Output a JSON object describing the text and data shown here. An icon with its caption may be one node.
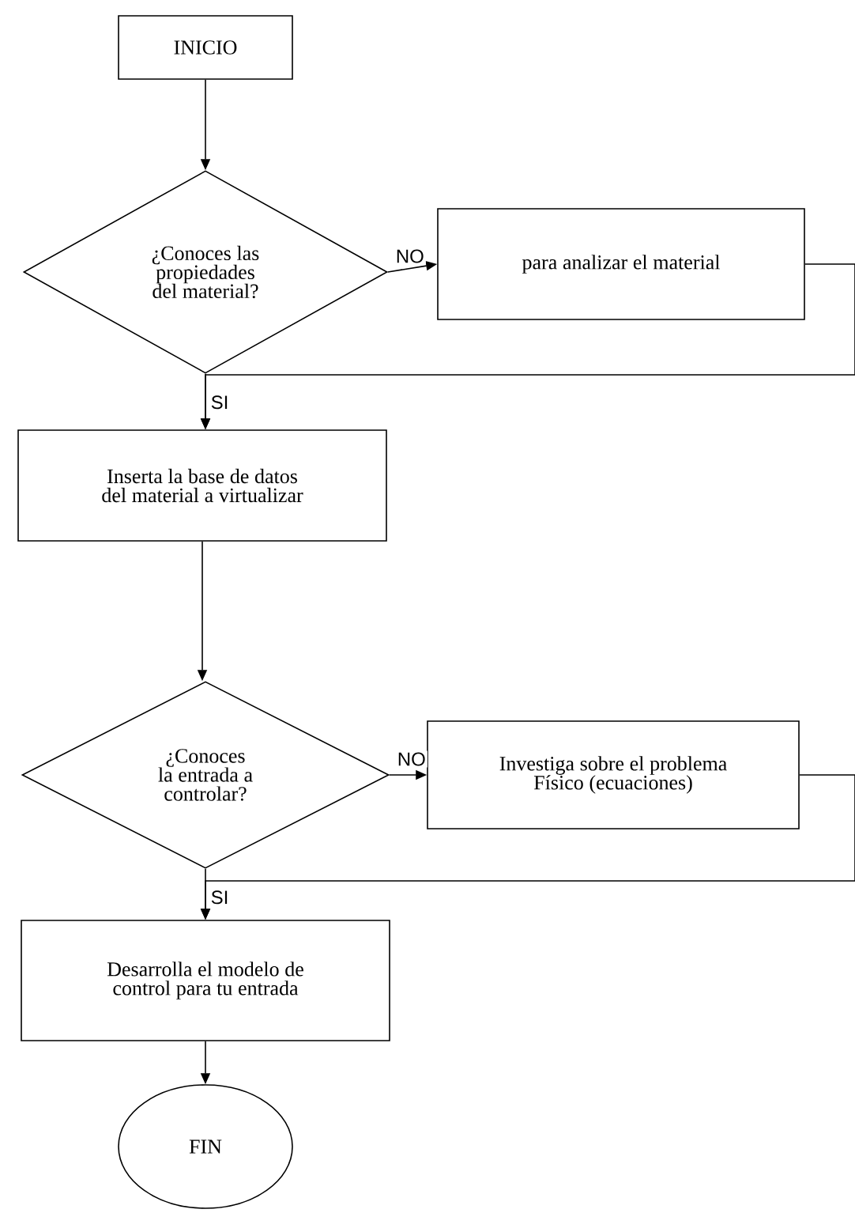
{
  "diagram": {
    "nodes": [
      {
        "text": [
          "INICIO"
        ]
      },
      {
        "text": [
          "¿Conoces las propiedades del material?"
        ]
      },
      {
        "text": [
          "para analizar el material"
        ]
      },
      {
        "text": [
          "Inserta la base de datos del material a virtualizar"
        ]
      },
      {
        "text": [
          "¿Conoces la entrada a controlar?"
        ]
      },
      {
        "text": [
          "Investiga sobre el problema Físico (ecuaciones)"
        ]
      },
      {
        "text": [
          "Desarrolla el modelo de control para tu entrada"
        ]
      },
      {
        "text": [
          "FIN"
        ]
      }
    ],
    "edges": [
      {
        "from": 0,
        "to": 1,
        "arrow": "to"
      },
      {
        "from": 1,
        "to": 2,
        "arrow": "to",
        "label": "NO"
      },
      {
        "from": 2,
        "to": 3,
        "arrow": "to"
      },
      {
        "from": 1,
        "to": 3,
        "arrow": "to",
        "label": "SI"
      },
      {
        "from": 3,
        "to": 4,
        "arrow": "to"
      },
      {
        "from": 4,
        "to": 5,
        "arrow": "to",
        "label": "NO"
      },
      {
        "from": 5,
        "to": 6,
        "arrow": "to"
      },
      {
        "from": 4,
        "to": 6,
        "arrow": "to",
        "label": "SI"
      },
      {
        "from": 6,
        "to": 7,
        "arrow": "to"
      }
    ]
  }
}
